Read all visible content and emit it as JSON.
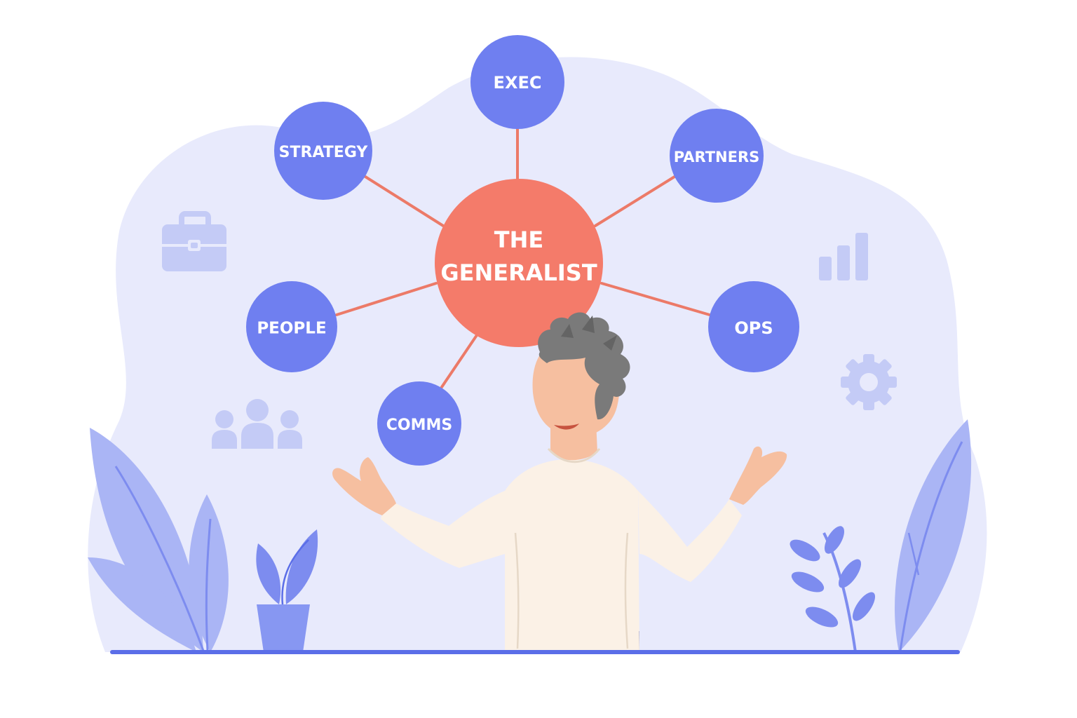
{
  "center": {
    "line1": "THE",
    "line2": "GENERALIST"
  },
  "nodes": [
    {
      "id": "exec",
      "label": "EXEC"
    },
    {
      "id": "strategy",
      "label": "STRATEGY"
    },
    {
      "id": "partners",
      "label": "PARTNERS"
    },
    {
      "id": "people",
      "label": "PEOPLE"
    },
    {
      "id": "ops",
      "label": "OPS"
    },
    {
      "id": "comms",
      "label": "COMMS"
    }
  ],
  "icons": [
    "briefcase-icon",
    "bar-chart-icon",
    "team-icon",
    "gear-icon"
  ],
  "colors": {
    "node": "#6f7ff0",
    "center": "#f47b6a",
    "connector": "#ec7a68",
    "blob": "#e8eafc",
    "icon": "#c4cbf6",
    "leaf": "#9eabf4",
    "leaf_dark": "#7d8cef",
    "ground": "#5b6ee8",
    "skin": "#f6bfa0",
    "hair": "#7a7a7a",
    "sweater": "#fbf1e6",
    "pants": "#1d2a8c"
  }
}
